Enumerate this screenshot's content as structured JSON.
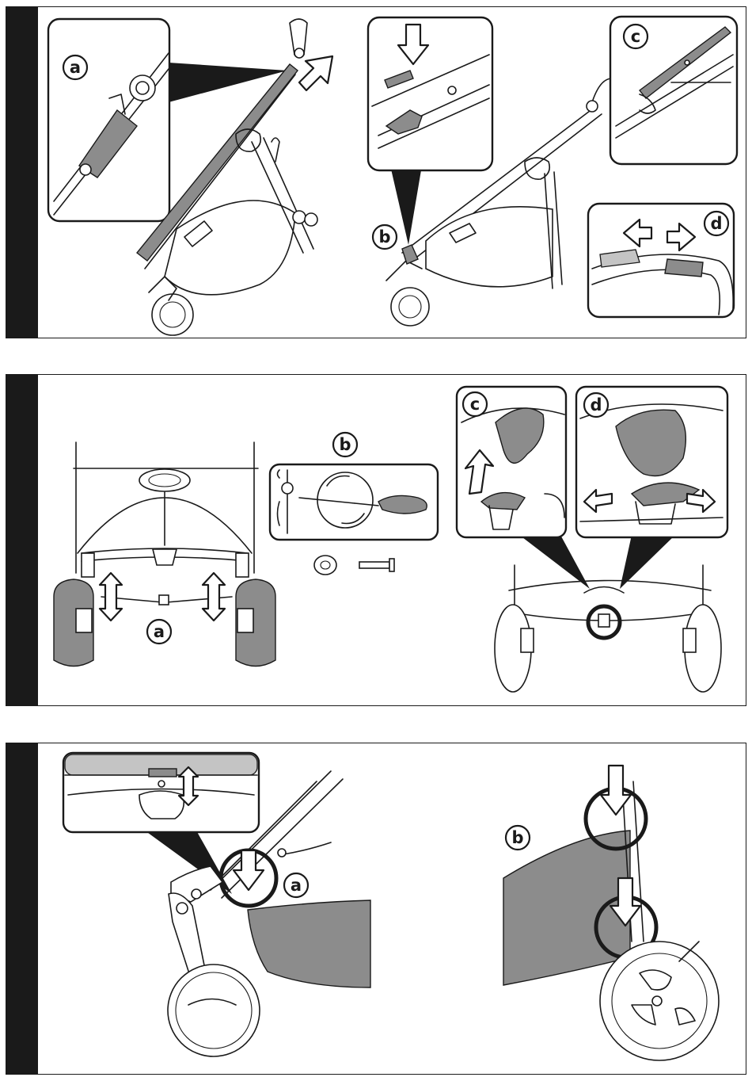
{
  "panels": [
    {
      "id": "panel-1",
      "labels": [
        "a",
        "b",
        "c",
        "d"
      ]
    },
    {
      "id": "panel-2",
      "labels": [
        "a",
        "b",
        "c",
        "d"
      ]
    },
    {
      "id": "panel-3",
      "labels": [
        "a",
        "b"
      ]
    }
  ],
  "colors": {
    "ink": "#1a1a1a",
    "fabric_gray": "#8c8c8c",
    "light_gray": "#c4c4c4",
    "panel_bar": "#1a1a1a"
  }
}
